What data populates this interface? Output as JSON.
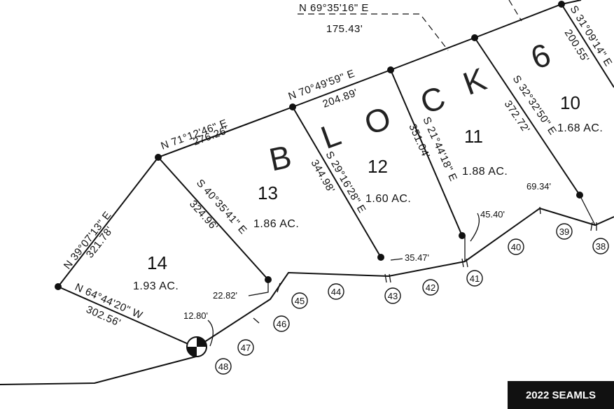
{
  "plat": {
    "block": {
      "letters": [
        "B",
        "L",
        "O",
        "C",
        "K",
        "6"
      ]
    },
    "lots": [
      {
        "id": "14",
        "number": "14",
        "area": "1.93 AC."
      },
      {
        "id": "13",
        "number": "13",
        "area": "1.86 AC."
      },
      {
        "id": "12",
        "number": "12",
        "area": "1.60 AC."
      },
      {
        "id": "11",
        "number": "11",
        "area": "1.88 AC."
      },
      {
        "id": "10",
        "number": "10",
        "area": "1.68 AC."
      }
    ],
    "boundary_calls": [
      {
        "bearing": "N 39°07'13\" E",
        "distance": "321.78'"
      },
      {
        "bearing": "N 71°12'46\" E",
        "distance": "276.26'"
      },
      {
        "bearing": "N 70°49'59\" E",
        "distance": "204.89'"
      },
      {
        "bearing": "N 69°35'16\" E",
        "distance": "175.43'"
      },
      {
        "bearing": "N 64°44'20\" W",
        "distance": "302.56'"
      },
      {
        "bearing": "S 40°35'41\" E",
        "distance": "324.96'"
      },
      {
        "bearing": "S 29°16'28\" E",
        "distance": "344.98'"
      },
      {
        "bearing": "S 21°44'18\" E",
        "distance": "351.04'"
      },
      {
        "bearing": "S 32°32'50\" E",
        "distance": "372.72'"
      },
      {
        "bearing": "S 31°09'14\" E",
        "distance": "200.55'"
      }
    ],
    "frontage_distances": [
      "22.82'",
      "12.80'",
      "35.47'",
      "45.40'",
      "69.34'"
    ],
    "curve_stations": [
      "38",
      "39",
      "40",
      "41",
      "42",
      "43",
      "44",
      "45",
      "46",
      "47",
      "48"
    ]
  },
  "watermark": "2022 SEAMLS"
}
